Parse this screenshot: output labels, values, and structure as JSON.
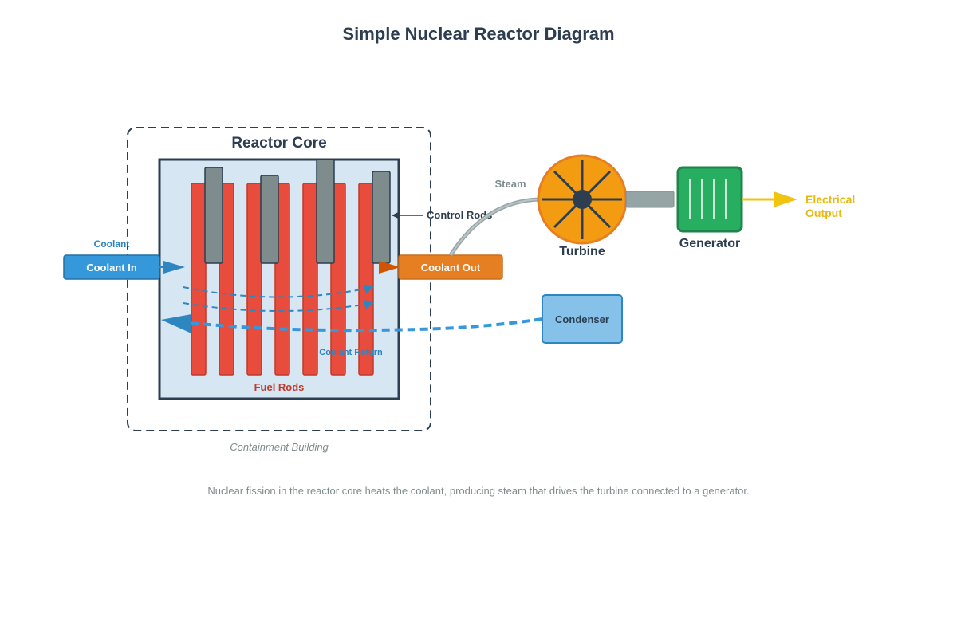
{
  "title": "Simple Nuclear Reactor Diagram",
  "containment": {
    "label": "Containment Building"
  },
  "core": {
    "title": "Reactor Core",
    "fuel_label": "Fuel Rods",
    "control_label": "Control Rods"
  },
  "coolant": {
    "side_label": "Coolant",
    "in_label": "Coolant In",
    "out_label": "Coolant Out",
    "return_label": "Coolant Return"
  },
  "steam_label": "Steam",
  "turbine_label": "Turbine",
  "generator_label": "Generator",
  "condenser_label": "Condenser",
  "output_label": {
    "line1": "Electrical",
    "line2": "Output"
  },
  "caption": "Nuclear fission in the reactor core heats the coolant, producing steam that drives the turbine connected to a generator.",
  "colors": {
    "title": "#2c3e50",
    "fuel_rod": "#e74c3c",
    "control_rod": "#7f8c8d",
    "core_fill": "#d6e6f2",
    "coolant_in": "#3498db",
    "coolant_out": "#e67e22",
    "turbine": "#f39c12",
    "generator": "#27ae60",
    "condenser": "#85c1e9",
    "output": "#e8b90f"
  }
}
